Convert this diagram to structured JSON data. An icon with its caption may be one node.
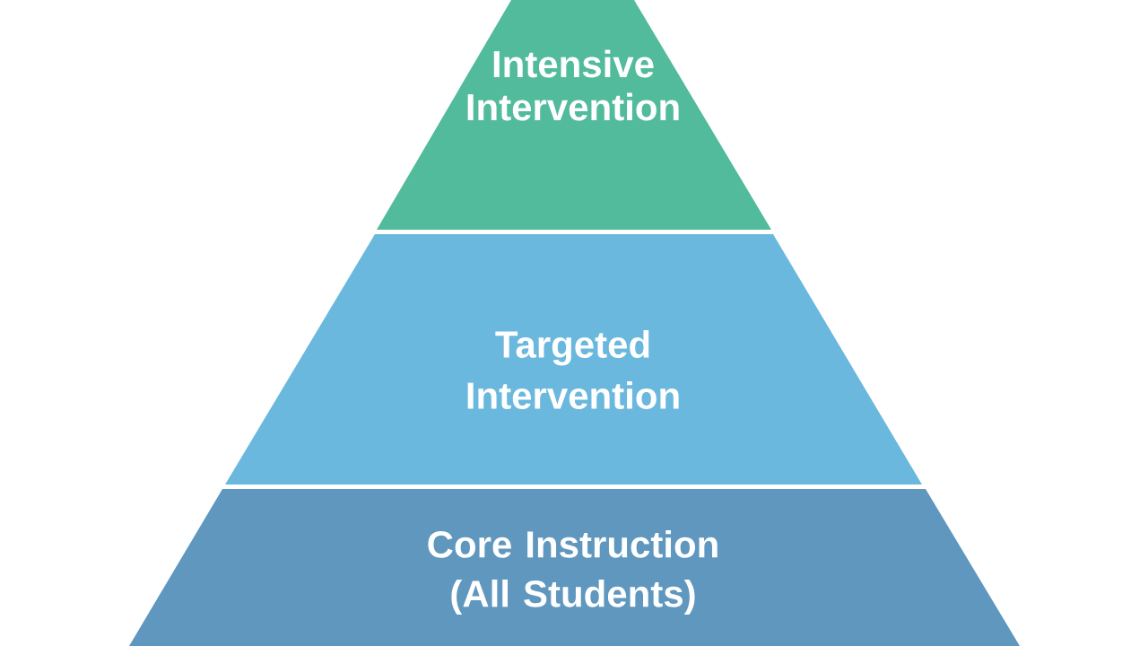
{
  "diagram": {
    "nodes": [
      {
        "text": [
          "Intensive Intervention"
        ]
      },
      {
        "text": [
          "Targeted Intervention"
        ]
      },
      {
        "text": [
          "Core Instruction (All Students)"
        ]
      }
    ]
  }
}
